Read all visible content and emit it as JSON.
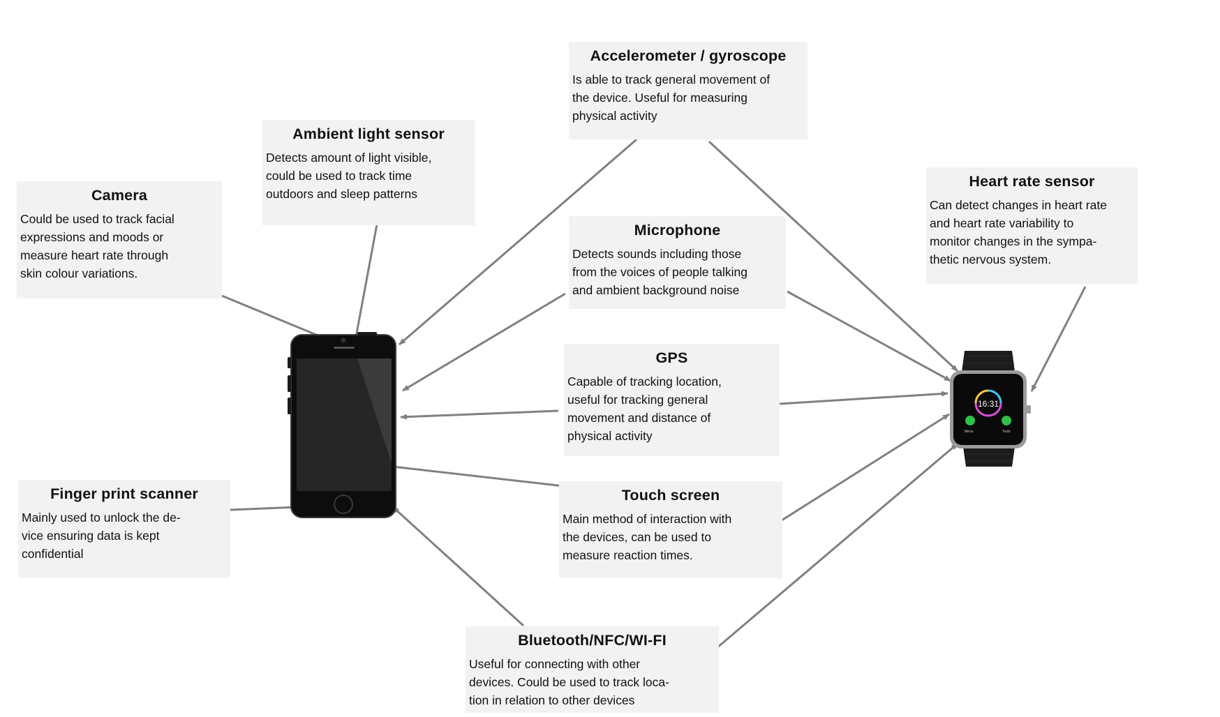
{
  "cards": [
    {
      "id": "accelerometer",
      "title": "Accelerometer / gyroscope",
      "lines": [
        "Is able to track general movement of",
        "the device. Useful for measuring",
        "physical activity"
      ]
    },
    {
      "id": "ambient",
      "title": "Ambient light sensor",
      "lines": [
        "Detects amount of light visible,",
        "could be used to track time",
        "outdoors and sleep patterns"
      ]
    },
    {
      "id": "camera",
      "title": "Camera",
      "lines": [
        "Could be used to track facial",
        "expressions and moods or",
        "measure heart rate through",
        "skin colour variations."
      ]
    },
    {
      "id": "microphone",
      "title": "Microphone",
      "lines": [
        "Detects sounds including those",
        "from the voices of people talking",
        "and ambient background noise"
      ]
    },
    {
      "id": "heart",
      "title": "Heart rate sensor",
      "lines": [
        "Can detect changes in heart rate",
        "and heart rate variability to",
        "monitor changes in the sympa-",
        "thetic nervous system."
      ]
    },
    {
      "id": "gps",
      "title": "GPS",
      "lines": [
        "Capable of tracking location,",
        "useful for tracking general",
        "movement and  distance of",
        "physical activity"
      ]
    },
    {
      "id": "touch",
      "title": "Touch screen",
      "lines": [
        "Main method of interaction with",
        "the devices, can be used to",
        "measure reaction times."
      ]
    },
    {
      "id": "fingerprint",
      "title": "Finger print scanner",
      "lines": [
        "Mainly used to unlock the de-",
        "vice ensuring data is kept",
        "confidential"
      ]
    },
    {
      "id": "bluetooth",
      "title": "Bluetooth/NFC/WI-FI",
      "lines": [
        "Useful for connecting with other",
        "devices. Could be used to  track loca-",
        "tion in relation to other devices"
      ]
    }
  ],
  "watch": {
    "time": "16:31",
    "left_label": "Menu",
    "right_label": "Tools"
  },
  "colors": {
    "arrow": "#808080",
    "card": "#f2f2f2",
    "phone": "#0d0d0d",
    "watch": "#1a1a1a"
  }
}
